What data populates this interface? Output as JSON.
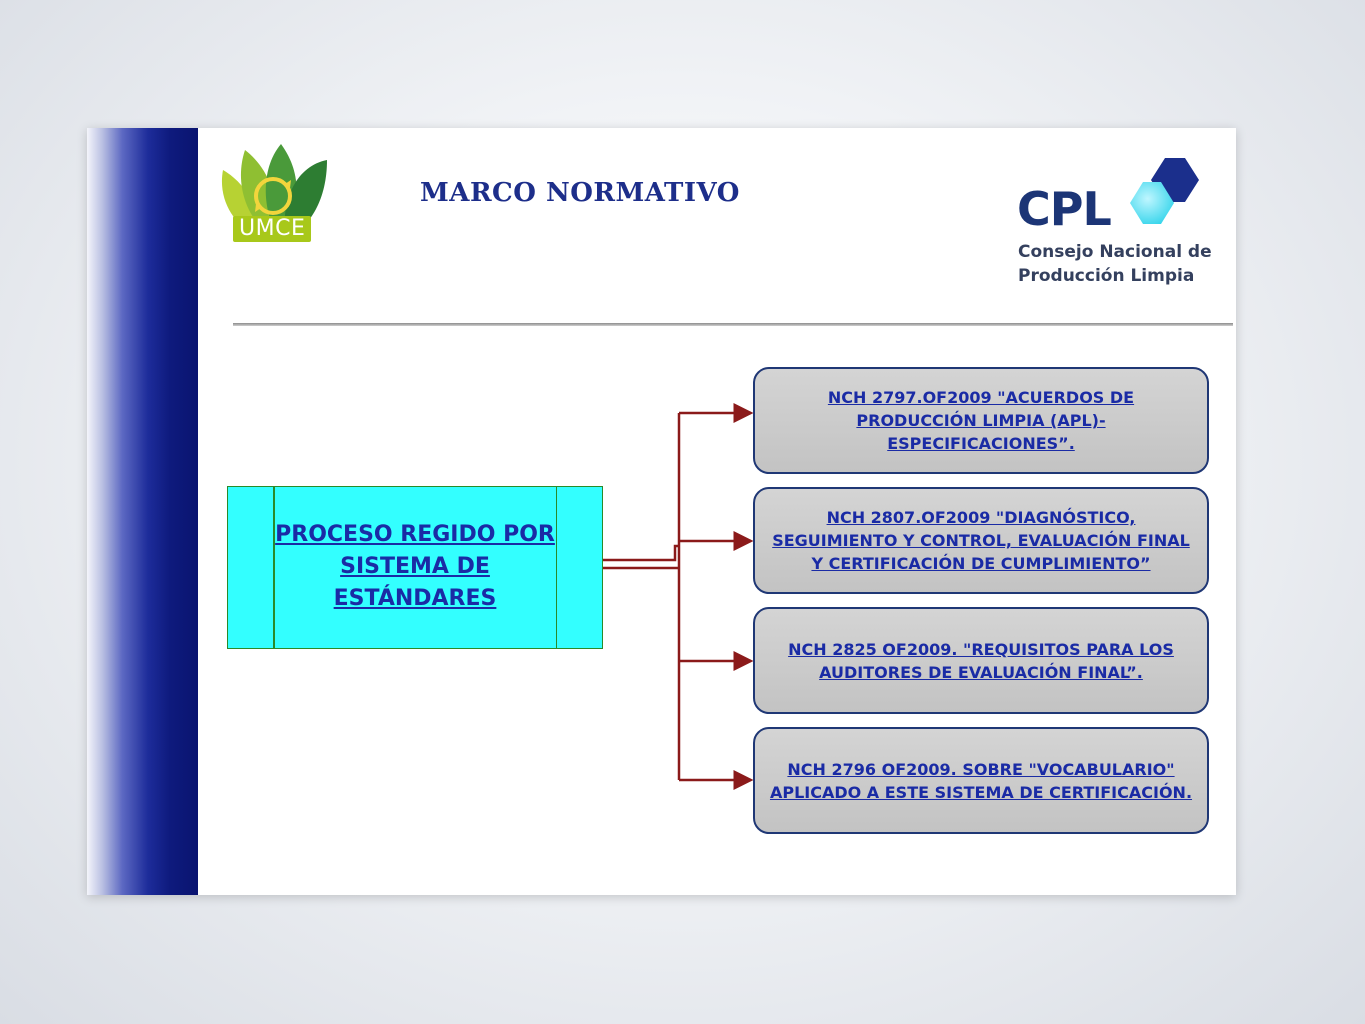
{
  "slide": {
    "title": "MARCO NORMATIVO",
    "logos": {
      "umce": {
        "text": "UMCE"
      },
      "cpl": {
        "acronym": "CPL",
        "line1": "Consejo Nacional de",
        "line2": "Producción Limpia"
      }
    }
  },
  "diagram": {
    "main_process": "PROCESO REGIDO POR SISTEMA DE ESTÁNDARES",
    "norms": [
      "NCH 2797.OF2009 \"ACUERDOS DE PRODUCCIÓN LIMPIA (APL)-ESPECIFICACIONES”.",
      "NCH 2807.OF2009 \"DIAGNÓSTICO, SEGUIMIENTO Y CONTROL, EVALUACIÓN FINAL Y CERTIFICACIÓN DE CUMPLIMIENTO”",
      "NCH 2825 OF2009. \"REQUISITOS PARA LOS AUDITORES DE EVALUACIÓN FINAL”.",
      "NCH 2796 OF2009. SOBRE \"VOCABULARIO\" APLICADO A ESTE SISTEMA DE CERTIFICACIÓN."
    ]
  },
  "colors": {
    "title": "#1d2e8a",
    "main_box_fill": "#33ffff",
    "main_box_border": "#2a8a2a",
    "norm_box_fill": "#c8c8c8",
    "norm_box_border": "#1f3775",
    "link_text": "#1a2ba5",
    "connector": "#8b1a1a",
    "left_bar": "#0e1a7d"
  }
}
